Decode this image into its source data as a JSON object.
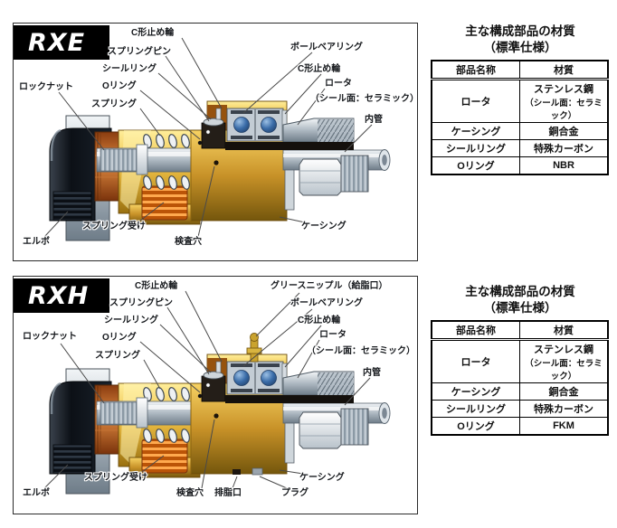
{
  "panels": [
    {
      "model": "RXE",
      "labels": {
        "c_ring_top": "C形止め輪",
        "spring_pin": "スプリングピン",
        "seal_ring": "シールリング",
        "o_ring": "Oリング",
        "spring": "スプリング",
        "lock_nut": "ロックナット",
        "ball_bearing": "ボールベアリング",
        "c_ring_right": "C形止め輪",
        "rotor": "ロータ",
        "rotor_note": "（シール面：セラミック）",
        "inner_tube": "内管",
        "elbow": "エルボ",
        "spring_receiver": "スプリング受け",
        "inspection_hole": "検査穴",
        "casing": "ケーシング"
      }
    },
    {
      "model": "RXH",
      "labels": {
        "c_ring_top": "C形止め輪",
        "grease_nipple": "グリースニップル（給脂口）",
        "spring_pin": "スプリングピン",
        "seal_ring": "シールリング",
        "o_ring": "Oリング",
        "spring": "スプリング",
        "lock_nut": "ロックナット",
        "ball_bearing": "ボールベアリング",
        "c_ring_right": "C形止め輪",
        "rotor": "ロータ",
        "rotor_note": "（シール面：セラミック）",
        "inner_tube": "内管",
        "elbow": "エルボ",
        "spring_receiver": "スプリング受け",
        "inspection_hole": "検査穴",
        "drain_port": "排脂口",
        "plug": "プラグ",
        "casing": "ケーシング"
      }
    }
  ],
  "tables": [
    {
      "title_line1": "主な構成部品の材質",
      "title_line2": "（標準仕様）",
      "headers": [
        "部品名称",
        "材質"
      ],
      "rows": [
        {
          "name": "ロータ",
          "material": "ステンレス鋼",
          "material_note": "（シール面：セラミック）"
        },
        {
          "name": "ケーシング",
          "material": "銅合金"
        },
        {
          "name": "シールリング",
          "material": "特殊カーボン"
        },
        {
          "name": "Oリング",
          "material": "NBR"
        }
      ]
    },
    {
      "title_line1": "主な構成部品の材質",
      "title_line2": "（標準仕様）",
      "headers": [
        "部品名称",
        "材質"
      ],
      "rows": [
        {
          "name": "ロータ",
          "material": "ステンレス鋼",
          "material_note": "（シール面：セラミック）"
        },
        {
          "name": "ケーシング",
          "material": "銅合金"
        },
        {
          "name": "シールリング",
          "material": "特殊カーボン"
        },
        {
          "name": "Oリング",
          "material": "FKM"
        }
      ]
    }
  ],
  "colors": {
    "gold": "#e8b836",
    "gold_dark": "#8a6410",
    "orange": "#e07818",
    "steel": "#aeb9c2",
    "bearing_ball_blue": "#3a6ca8",
    "elbow_black": "#10161e"
  }
}
